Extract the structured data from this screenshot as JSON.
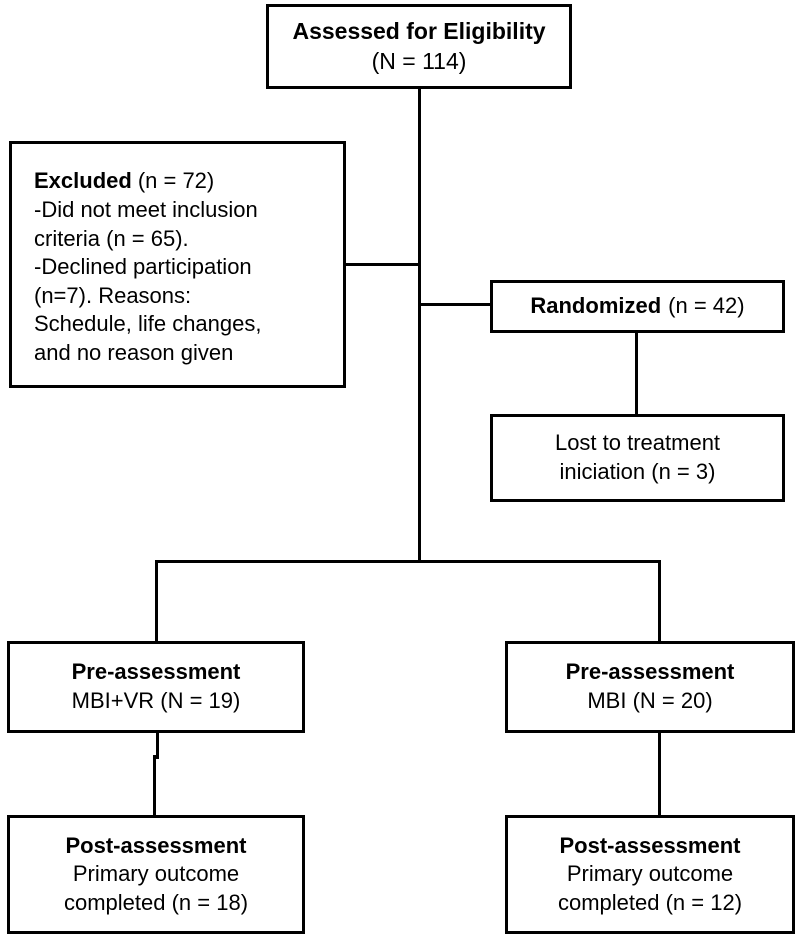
{
  "diagram": {
    "title": "CONSORT participant flow diagram",
    "type": "flowchart",
    "colors": {
      "box_border": "#000000",
      "box_fill": "#ffffff",
      "connector": "#000000",
      "text": "#000000"
    }
  },
  "nodes": {
    "assessed": {
      "name": "assessed-for-eligibility",
      "line1_bold": "Assessed for Eligibility",
      "line2": "(N = 114)"
    },
    "excluded": {
      "name": "excluded",
      "heading_bold": "Excluded",
      "heading_count": "(n = 72)",
      "reasons": [
        "-Did not meet inclusion",
        "criteria (n = 65).",
        "-Declined participation",
        "(n=7). Reasons:",
        "Schedule, life changes,",
        "and no reason given"
      ]
    },
    "randomized": {
      "name": "randomized",
      "label_bold": "Randomized",
      "count": "(n = 42)"
    },
    "lost": {
      "name": "lost-to-treatment-initiation",
      "line1": "Lost to treatment",
      "line2": "iniciation (n = 3)"
    },
    "pre_left": {
      "name": "pre-assessment-mbi-vr",
      "line1_bold": "Pre-assessment",
      "line2": "MBI+VR (N = 19)"
    },
    "pre_right": {
      "name": "pre-assessment-mbi",
      "line1_bold": "Pre-assessment",
      "line2": "MBI (N = 20)"
    },
    "post_left": {
      "name": "post-assessment-mbi-vr",
      "line1_bold": "Post-assessment",
      "line2": "Primary outcome",
      "line3": "completed (n = 18)"
    },
    "post_right": {
      "name": "post-assessment-mbi",
      "line1_bold": "Post-assessment",
      "line2": "Primary outcome",
      "line3": "completed (n = 12)"
    }
  },
  "chart_data": {
    "type": "flow",
    "title": "CONSORT participant flow diagram",
    "stages": [
      {
        "stage": "Assessed for Eligibility",
        "label": "N",
        "value": 114
      },
      {
        "stage": "Excluded",
        "label": "n",
        "value": 72
      },
      {
        "stage": "Did not meet inclusion criteria",
        "label": "n",
        "value": 65
      },
      {
        "stage": "Declined participation",
        "label": "n",
        "value": 7
      },
      {
        "stage": "Randomized",
        "label": "n",
        "value": 42
      },
      {
        "stage": "Lost to treatment iniciation",
        "label": "n",
        "value": 3
      },
      {
        "stage": "Pre-assessment MBI+VR",
        "label": "N",
        "value": 19
      },
      {
        "stage": "Pre-assessment MBI",
        "label": "N",
        "value": 20
      },
      {
        "stage": "Post-assessment MBI+VR primary outcome completed",
        "label": "n",
        "value": 18
      },
      {
        "stage": "Post-assessment MBI primary outcome completed",
        "label": "n",
        "value": 12
      }
    ],
    "edges": [
      {
        "from": "Assessed for Eligibility",
        "to": "Excluded"
      },
      {
        "from": "Assessed for Eligibility",
        "to": "Randomized"
      },
      {
        "from": "Randomized",
        "to": "Lost to treatment iniciation"
      },
      {
        "from": "Assessed for Eligibility",
        "to": "Pre-assessment MBI+VR"
      },
      {
        "from": "Assessed for Eligibility",
        "to": "Pre-assessment MBI"
      },
      {
        "from": "Pre-assessment MBI+VR",
        "to": "Post-assessment MBI+VR primary outcome completed"
      },
      {
        "from": "Pre-assessment MBI",
        "to": "Post-assessment MBI primary outcome completed"
      }
    ]
  }
}
